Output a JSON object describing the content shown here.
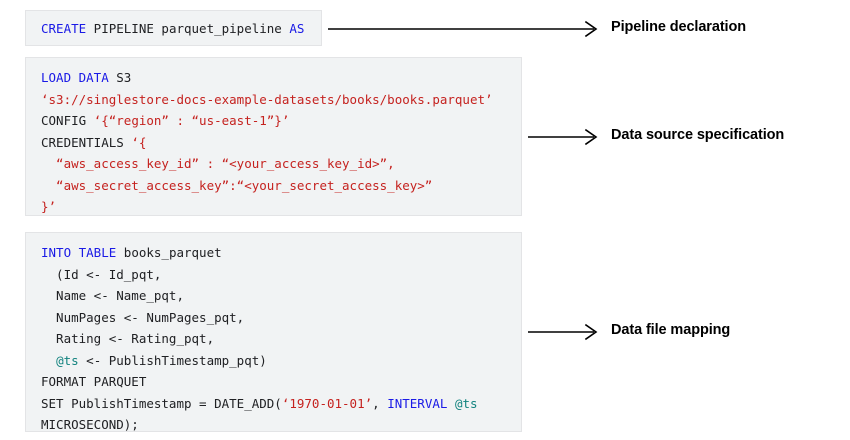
{
  "blocks": {
    "declaration": {
      "lines": [
        [
          {
            "t": "CREATE",
            "c": "kw"
          },
          {
            "t": " PIPELINE parquet_pipeline ",
            "c": "pln"
          },
          {
            "t": "AS",
            "c": "kw"
          }
        ]
      ]
    },
    "source": {
      "lines": [
        [
          {
            "t": "LOAD DATA",
            "c": "kw"
          },
          {
            "t": " S3",
            "c": "pln"
          }
        ],
        [
          {
            "t": "‘s3://singlestore-docs-example-datasets/books/books.parquet’",
            "c": "str"
          }
        ],
        [
          {
            "t": "CONFIG ",
            "c": "pln"
          },
          {
            "t": "‘{“region” : “us-east-1”}’",
            "c": "str"
          }
        ],
        [
          {
            "t": "CREDENTIALS ",
            "c": "pln"
          },
          {
            "t": "‘{",
            "c": "str"
          }
        ],
        [
          {
            "t": "  “aws_access_key_id” : “<your_access_key_id>”,",
            "c": "str"
          }
        ],
        [
          {
            "t": "  “aws_secret_access_key”:“<your_secret_access_key>”",
            "c": "str"
          }
        ],
        [
          {
            "t": "}’",
            "c": "str"
          }
        ]
      ]
    },
    "mapping": {
      "lines": [
        [
          {
            "t": "INTO TABLE",
            "c": "kw"
          },
          {
            "t": " books_parquet",
            "c": "pln"
          }
        ],
        [
          {
            "t": "  (Id <- Id_pqt,",
            "c": "pln"
          }
        ],
        [
          {
            "t": "  Name <- Name_pqt,",
            "c": "pln"
          }
        ],
        [
          {
            "t": "  NumPages <- NumPages_pqt,",
            "c": "pln"
          }
        ],
        [
          {
            "t": "  Rating <- Rating_pqt,",
            "c": "pln"
          }
        ],
        [
          {
            "t": "  ",
            "c": "pln"
          },
          {
            "t": "@ts",
            "c": "var"
          },
          {
            "t": " <- PublishTimestamp_pqt)",
            "c": "pln"
          }
        ],
        [
          {
            "t": "FORMAT PARQUET",
            "c": "pln"
          }
        ],
        [
          {
            "t": "SET PublishTimestamp = DATE_ADD(",
            "c": "pln"
          },
          {
            "t": "‘1970-01-01’",
            "c": "str"
          },
          {
            "t": ", ",
            "c": "pln"
          },
          {
            "t": "INTERVAL",
            "c": "kw"
          },
          {
            "t": " ",
            "c": "pln"
          },
          {
            "t": "@ts",
            "c": "var"
          }
        ],
        [
          {
            "t": "MICROSECOND);",
            "c": "pln"
          }
        ]
      ]
    }
  },
  "annotations": {
    "declaration": "Pipeline declaration",
    "source": "Data source specification",
    "mapping": "Data file mapping"
  },
  "colors": {
    "keyword": "#1a1ae6",
    "string": "#c5221f",
    "variable": "#12837f",
    "plain": "#202124",
    "block_background": "#f1f3f4",
    "block_border": "#e3e4e6",
    "arrow": "#000000",
    "page_background": "#ffffff"
  }
}
